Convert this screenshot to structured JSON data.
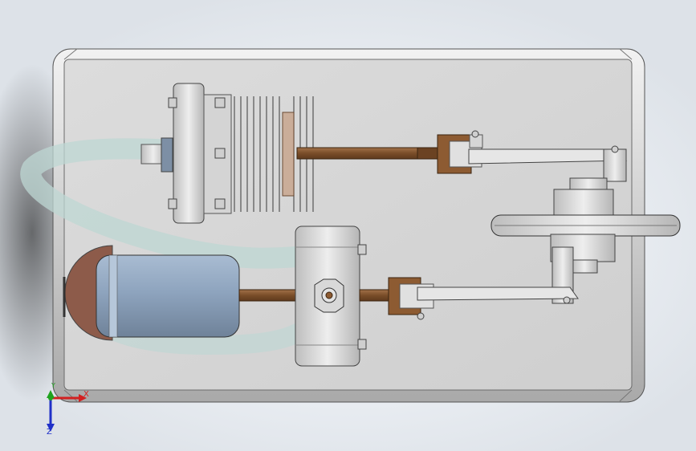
{
  "viewport": {
    "background": "#eaeef3",
    "description_colors": {
      "plate": "#d6d6d6",
      "metal": "#c8c8c8",
      "bronze": "#8a5a33",
      "cylinder_blue": "#8ea4be",
      "tube": "#bfd8d4"
    }
  },
  "triad": {
    "x_label": "X",
    "y_label": "Y",
    "z_label": "Z",
    "x_color": "#d22020",
    "y_color": "#1fa31f",
    "z_color": "#2030c8"
  },
  "icons": {
    "triad": "axis-triad-icon"
  }
}
